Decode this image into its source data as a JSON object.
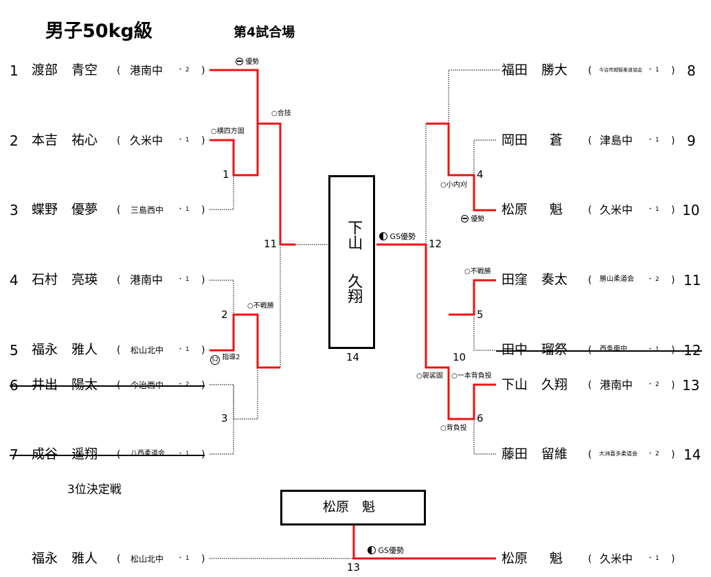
{
  "header": {
    "title": "男子50kg級",
    "court": "第4試合場"
  },
  "left_players": [
    {
      "seed": "1",
      "family": "渡部",
      "given": "青空",
      "team": "港南中",
      "grade": "2",
      "withdrawn": false
    },
    {
      "seed": "2",
      "family": "本吉",
      "given": "祐心",
      "team": "久米中",
      "grade": "1",
      "withdrawn": false
    },
    {
      "seed": "3",
      "family": "蝶野",
      "given": "優夢",
      "team": "三島西中",
      "grade": "1",
      "withdrawn": false
    },
    {
      "seed": "4",
      "family": "石村",
      "given": "亮瑛",
      "team": "港南中",
      "grade": "1",
      "withdrawn": false
    },
    {
      "seed": "5",
      "family": "福永",
      "given": "雅人",
      "team": "松山北中",
      "grade": "1",
      "withdrawn": false
    },
    {
      "seed": "6",
      "family": "井出",
      "given": "陽太",
      "team": "今治西中",
      "grade": "2",
      "withdrawn": true
    },
    {
      "seed": "7",
      "family": "成谷",
      "given": "遥翔",
      "team": "八西柔道会",
      "grade": "1",
      "withdrawn": true
    }
  ],
  "right_players": [
    {
      "seed": "8",
      "family": "福田",
      "given": "勝大",
      "team": "今治市越智柔道協会",
      "grade": "1",
      "withdrawn": false
    },
    {
      "seed": "9",
      "family": "岡田",
      "given": "蒼",
      "team": "津島中",
      "grade": "1",
      "withdrawn": false
    },
    {
      "seed": "10",
      "family": "松原",
      "given": "魁",
      "team": "久米中",
      "grade": "1",
      "withdrawn": false
    },
    {
      "seed": "11",
      "family": "田窪",
      "given": "奏太",
      "team": "勝山柔道会",
      "grade": "2",
      "withdrawn": false
    },
    {
      "seed": "12",
      "family": "田中",
      "given": "瑠祭",
      "team": "西条南中",
      "grade": "1",
      "withdrawn": true
    },
    {
      "seed": "13",
      "family": "下山",
      "given": "久翔",
      "team": "港南中",
      "grade": "2",
      "withdrawn": false
    },
    {
      "seed": "14",
      "family": "藤田",
      "given": "留維",
      "team": "大洲喜多柔道会",
      "grade": "2",
      "withdrawn": false
    }
  ],
  "matches": {
    "m1": "1",
    "m2": "2",
    "m3": "3",
    "m4": "4",
    "m5": "5",
    "m6": "6",
    "m10": "10",
    "m11": "11",
    "m12": "12",
    "m13": "13",
    "m14": "14"
  },
  "results": {
    "top_yusei": "優勢",
    "yoko_shiho": "○横四方固",
    "gouwaza": "○合技",
    "fusensho_left": "○不戦勝",
    "shido2": "指導2",
    "kouchigari": "○小内刈",
    "yusei_r": "優勢",
    "fusensho_right": "○不戦勝",
    "kesagatame": "○袈裟固",
    "ippon_seoi": "○一本背負投",
    "seoinage": "○背負投",
    "gs_final": "GS優勢",
    "gs_third": "GS優勢"
  },
  "champion": {
    "family": "下山",
    "given": "久翔"
  },
  "third_place": {
    "heading": "3位決定戦",
    "winner": "松原　魁",
    "left": {
      "family": "福永",
      "given": "雅人",
      "team": "松山北中",
      "grade": "1"
    },
    "right": {
      "family": "松原",
      "given": "魁",
      "team": "久米中",
      "grade": "1"
    }
  },
  "colors": {
    "winner_line": "#ee1111",
    "line": "#000000"
  }
}
